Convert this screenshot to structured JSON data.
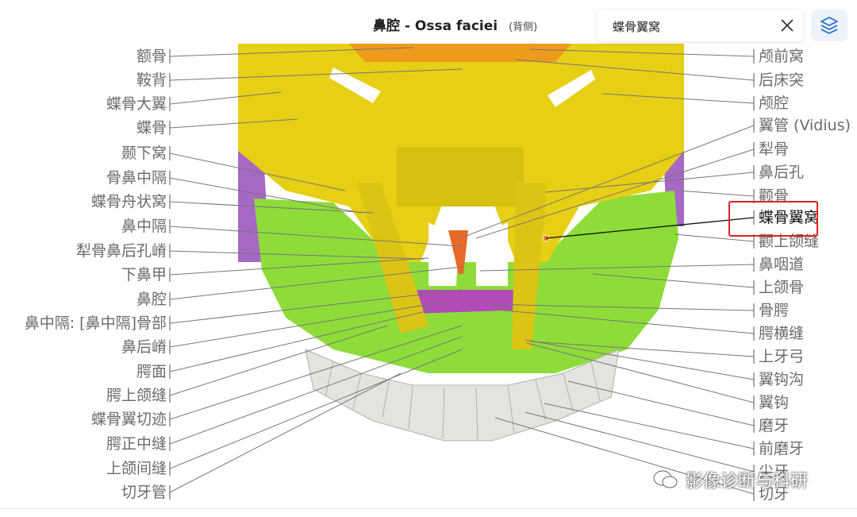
{
  "header": {
    "title": "鼻腔 - Ossa faciei",
    "view": "(背侧)"
  },
  "search": {
    "value": "蝶骨翼窝",
    "clear_icon": "close-icon",
    "layers_icon": "layers-icon"
  },
  "labels_left": [
    "额骨",
    "鞍背",
    "蝶骨大翼",
    "蝶骨",
    "颞下窝",
    "骨鼻中隔",
    "蝶骨舟状窝",
    "鼻中隔",
    "犁骨鼻后孔嵴",
    "下鼻甲",
    "鼻腔",
    "鼻中隔: [鼻中隔]骨部",
    "鼻后嵴",
    "腭面",
    "腭上颌缝",
    "蝶骨翼切迹",
    "腭正中缝",
    "上颌间缝",
    "切牙管"
  ],
  "labels_right": [
    "颅前窝",
    "后床突",
    "颅腔",
    "翼管 (Vidius)",
    "犁骨",
    "鼻后孔",
    "颧骨",
    "蝶骨翼窝",
    "颧上颌缝",
    "鼻咽道",
    "上颌骨",
    "骨腭",
    "腭横缝",
    "上牙弓",
    "翼钩沟",
    "翼钩",
    "磨牙",
    "前磨牙",
    "尖牙",
    "切牙"
  ],
  "highlighted": "蝶骨翼窝",
  "watermark": "影像诊断与科研",
  "colors": {
    "bone_yellow": "#e6cf14",
    "maxilla_green": "#8edc3a",
    "zygoma_purple": "#a668c4",
    "palate_magenta": "#b24ab8",
    "vomer_orange": "#e86a28",
    "teeth": "#e2e4de",
    "highlight_box": "#e02020",
    "leader_line": "#555555"
  }
}
